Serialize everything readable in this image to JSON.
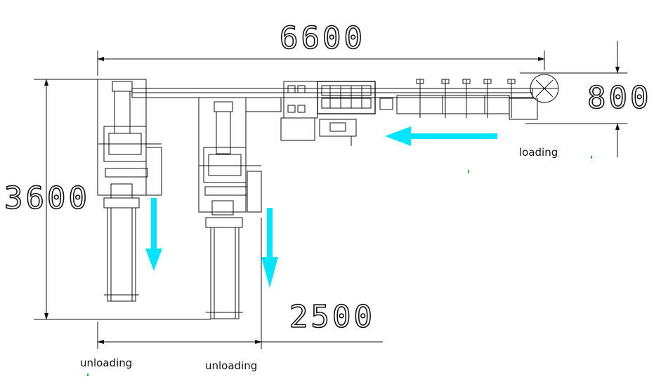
{
  "dimensions": {
    "width_total": "6600",
    "height_total": "3600",
    "line_width": "800",
    "bottom_width": "2500"
  },
  "labels": {
    "loading": "loading",
    "unloading_left": "unloading",
    "unloading_right": "unloading"
  },
  "colors": {
    "line": "#111111",
    "flow_arrow": "#00e5ff"
  },
  "icons": [
    "flow-arrow-icon",
    "turntable-icon"
  ]
}
